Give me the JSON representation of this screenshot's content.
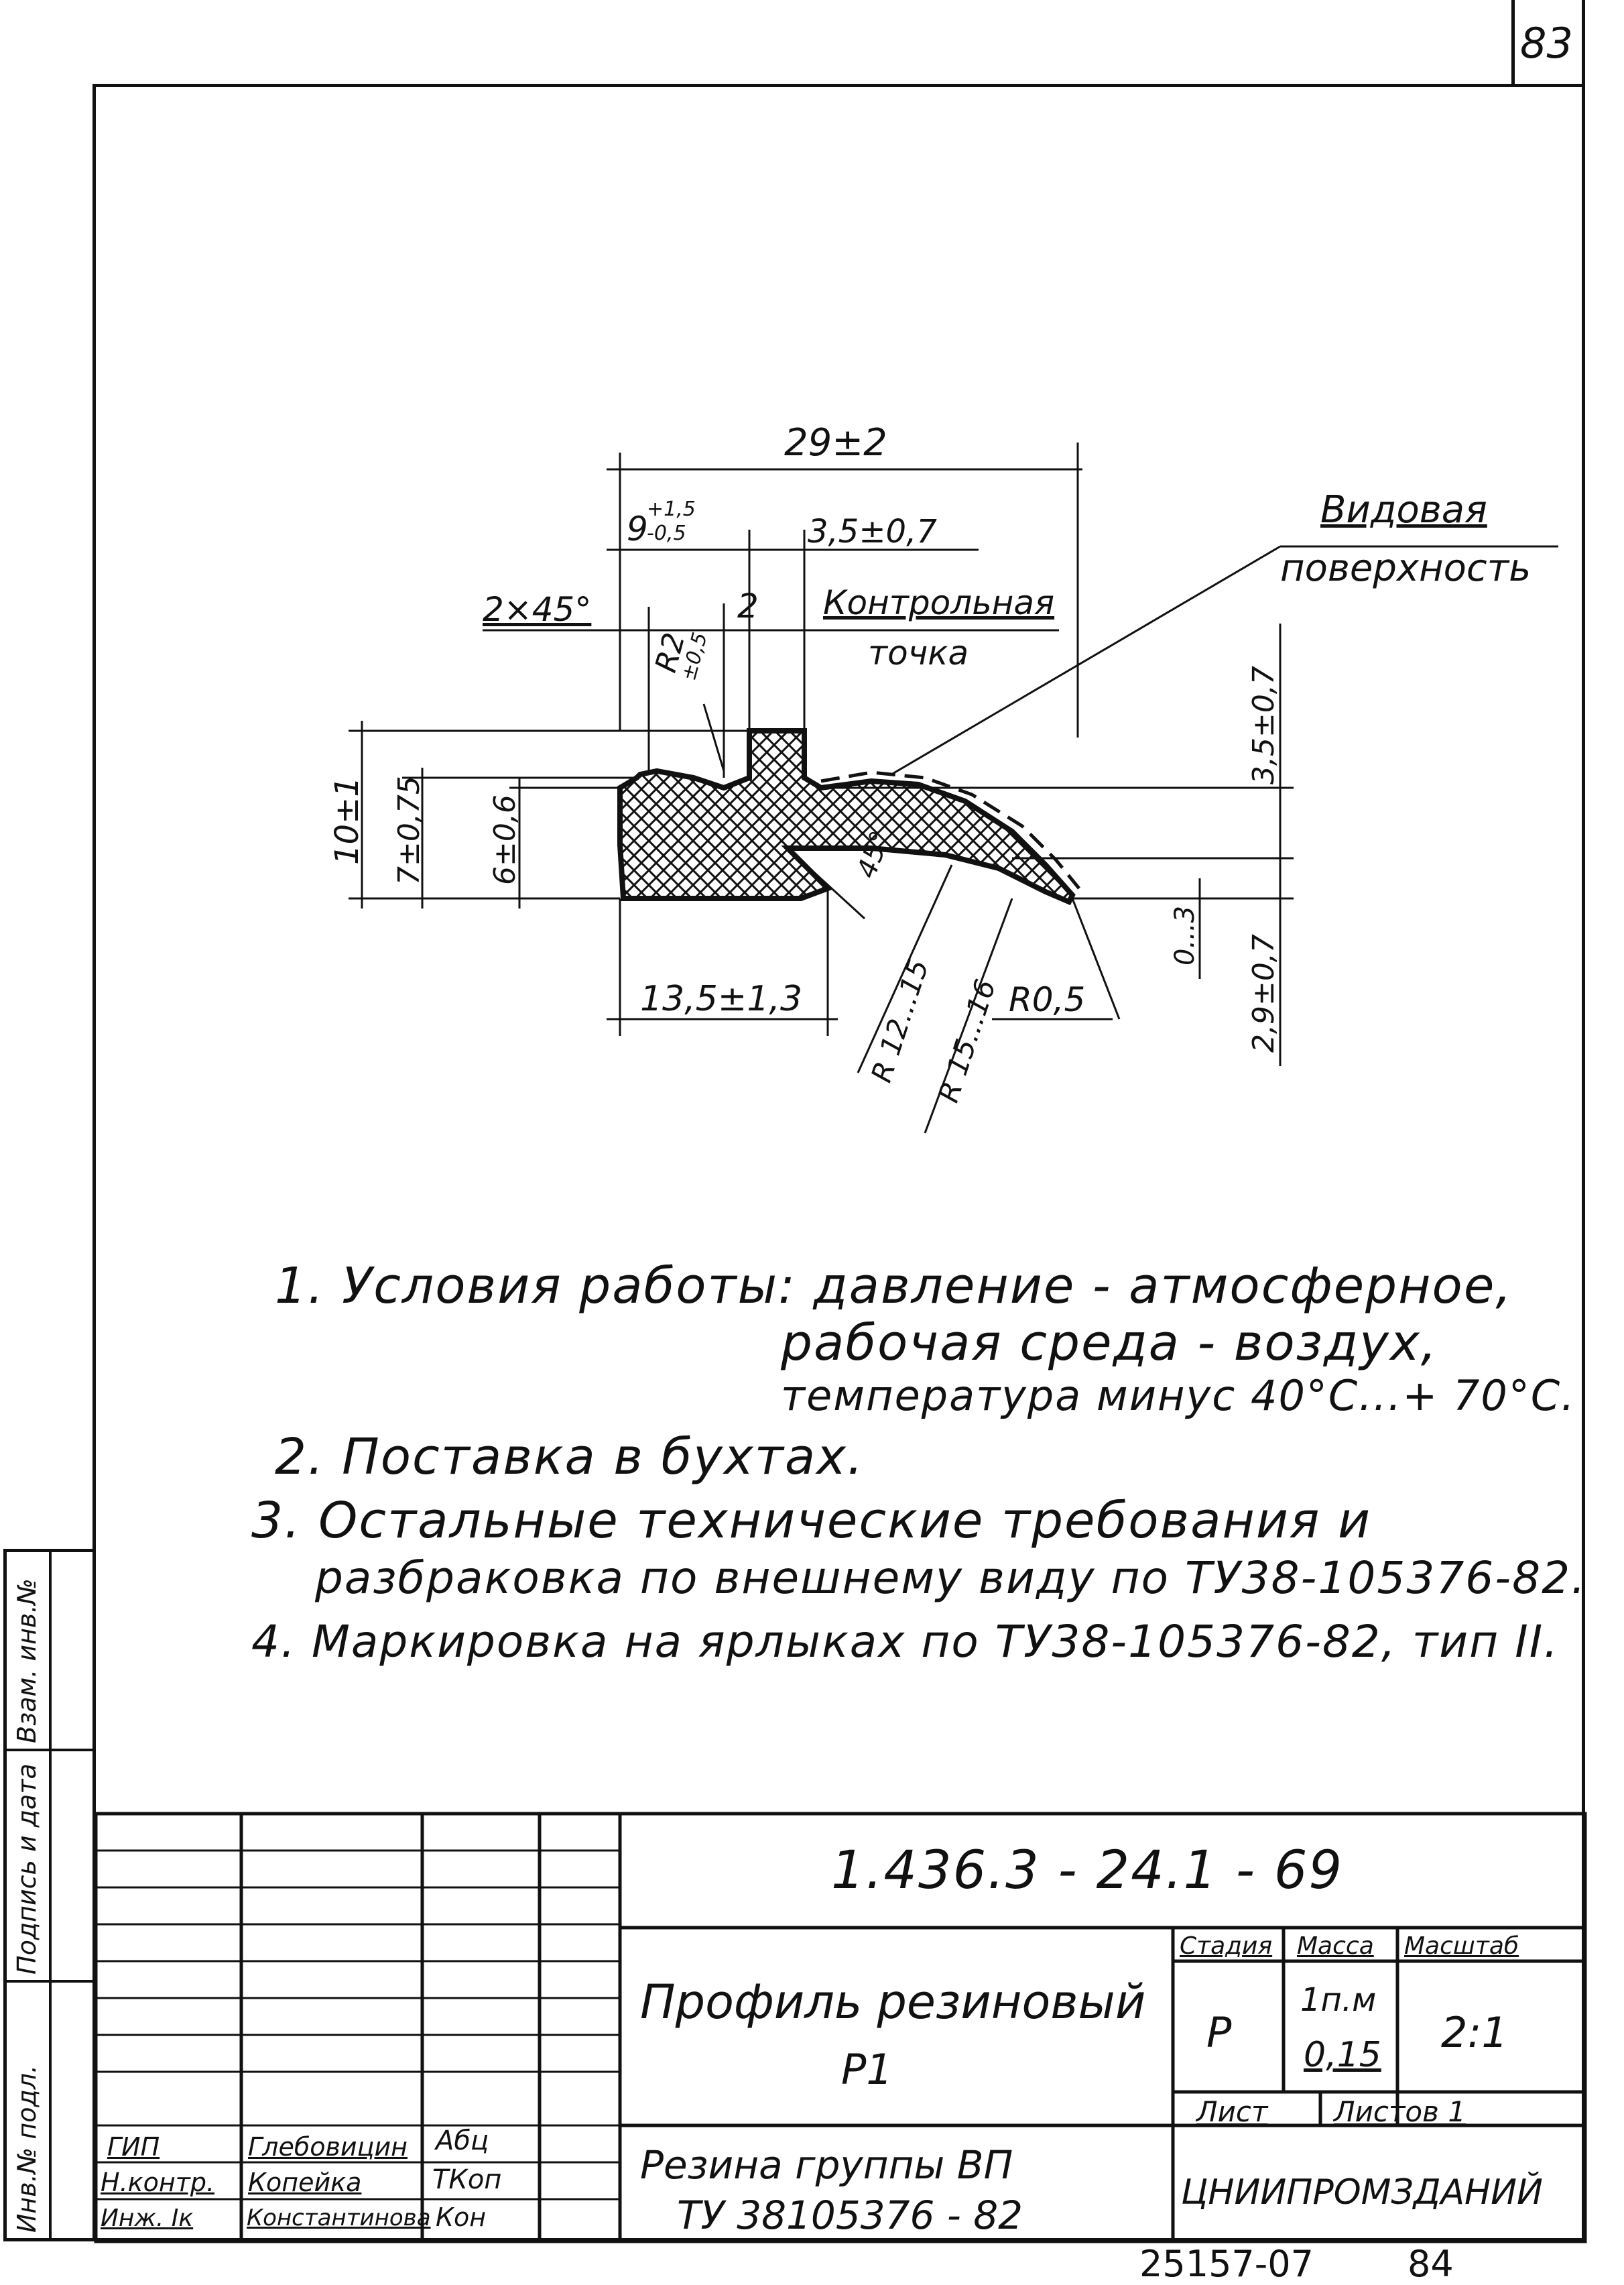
{
  "sheet_number": "83",
  "callouts": {
    "visible_surface_line1": "Видовая",
    "visible_surface_line2": "поверхность",
    "control_point_line1": "Контрольная",
    "control_point_line2": "точка"
  },
  "dimensions": {
    "total_width": "29±2",
    "left_offset": "9",
    "left_offset_tol_upper": "+1,5",
    "left_offset_tol_lower": "-0,5",
    "rib_width": "3,5±0,7",
    "chamfer": "2×45°",
    "rib_gap": "2",
    "fillet_radius": "R2",
    "fillet_tol": "±0,5",
    "total_height": "10±1",
    "height_7": "7±0,75",
    "height_6": "6±0,6",
    "right_height": "3,5±0,7",
    "base_width": "13,5±1,3",
    "angle": "45°",
    "radius_inner": "R 12...15",
    "radius_outer": "R 15...16",
    "tip_radius": "R0,5",
    "tip_thickness": "0...3",
    "tip_offset": "2,9±0,7"
  },
  "notes": [
    {
      "num": "1.",
      "lines": [
        "Условия   работы: давление - атмосферное,",
        "рабочая  среда - воздух,",
        "температура минус 40°С...+ 70°С."
      ]
    },
    {
      "num": "2.",
      "lines": [
        "Поставка   в   бухтах."
      ]
    },
    {
      "num": "3.",
      "lines": [
        "Остальные    технические    требования  и",
        "разбраковка   по  внешнему  виду по ТУ38-105376-82."
      ]
    },
    {
      "num": "4.",
      "lines": [
        "Маркировка   на  ярлыках по ТУ38-105376-82, тип II."
      ]
    }
  ],
  "title_block": {
    "doc_code": "1.436.3 - 24.1 - 69",
    "title_line1": "Профиль резиновый",
    "title_line2": "Р1",
    "material_line1": "Резина   группы   ВП",
    "material_line2": "ТУ 38105376 - 82",
    "stage_header": "Стадия",
    "mass_header": "Масса",
    "scale_header": "Масштаб",
    "stage_value": "Р",
    "mass_value_line1": "1п.м",
    "mass_value_line2": "0,15",
    "scale_value": "2:1",
    "sheet_label": "Лист",
    "sheets_label": "Листов 1",
    "organization": "ЦНИИПРОМЗДАНИЙ",
    "roles": [
      {
        "role": "ГИП",
        "name": "Глебовицин",
        "signature": "Абц"
      },
      {
        "role": "Н.контр.",
        "name": "Копейка",
        "signature": "ТКоп"
      },
      {
        "role": "Инж. Iк",
        "name": "Константинова",
        "signature": "Кон"
      }
    ]
  },
  "side_stamp": {
    "inv_original": "Инв.№ подл.",
    "signature_date": "Подпись и дата",
    "replaced_inv": "Взам. инв.№"
  },
  "footer_code": "25157-07",
  "footer_page": "84"
}
